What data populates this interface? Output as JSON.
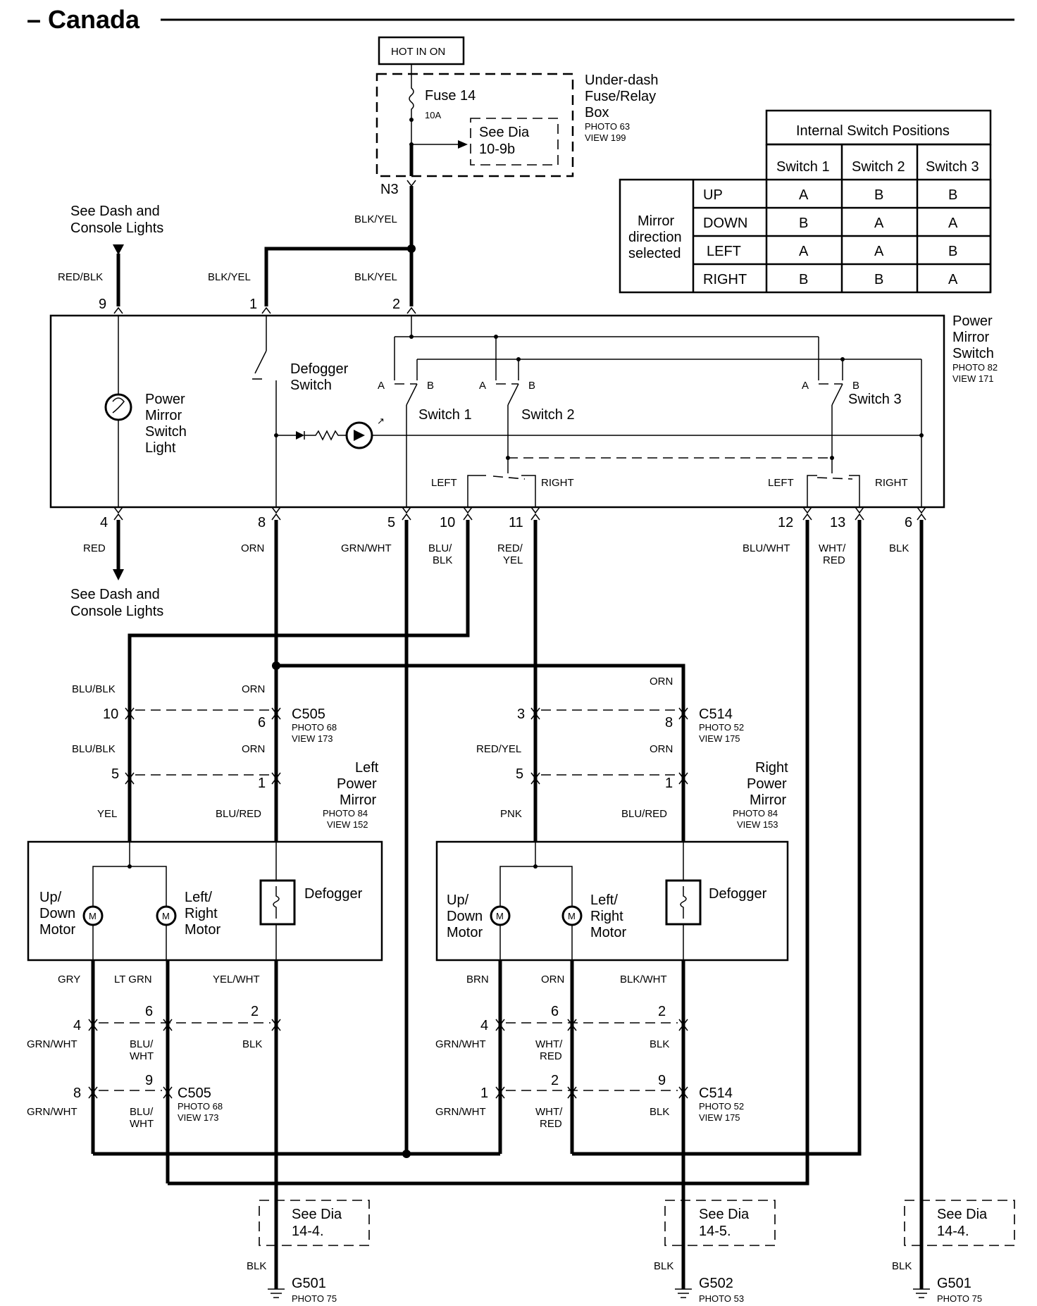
{
  "title": "– Canada",
  "hot_label": "HOT IN ON",
  "fuse": {
    "name": "Fuse 14",
    "rating": "10A",
    "see1": "See Dia",
    "see2": "10-9b"
  },
  "fusebox": {
    "l1": "Under-dash",
    "l2": "Fuse/Relay",
    "l3": "Box",
    "photo": "PHOTO 63",
    "view": "VIEW 199"
  },
  "n3": "N3",
  "dash_lights_top": {
    "l1": "See Dash and",
    "l2": "Console Lights"
  },
  "dash_lights_bot": {
    "l1": "See Dash and",
    "l2": "Console Lights"
  },
  "switch_table": {
    "header": "Internal Switch Positions",
    "cols": [
      "Switch 1",
      "Switch 2",
      "Switch 3"
    ],
    "row_label": [
      "Mirror",
      "direction",
      "selected"
    ],
    "rows": [
      {
        "dir": "UP",
        "vals": [
          "A",
          "B",
          "B"
        ]
      },
      {
        "dir": "DOWN",
        "vals": [
          "B",
          "A",
          "A"
        ]
      },
      {
        "dir": "LEFT",
        "vals": [
          "A",
          "A",
          "B"
        ]
      },
      {
        "dir": "RIGHT",
        "vals": [
          "B",
          "B",
          "A"
        ]
      }
    ]
  },
  "pms": {
    "l1": "Power",
    "l2": "Mirror",
    "l3": "Switch",
    "photo": "PHOTO 82",
    "view": "VIEW 171"
  },
  "pms_light": {
    "l1": "Power",
    "l2": "Mirror",
    "l3": "Switch",
    "l4": "Light"
  },
  "defogger_switch": {
    "l1": "Defogger",
    "l2": "Switch"
  },
  "switch_labels": {
    "s1": "Switch 1",
    "s2": "Switch 2",
    "s3": "Switch 3",
    "a": "A",
    "b": "B",
    "left": "LEFT",
    "right": "RIGHT"
  },
  "top_pins": {
    "p9": "9",
    "p1": "1",
    "p2": "2"
  },
  "top_wires": {
    "w9": "RED/BLK",
    "w1": "BLK/YEL",
    "w2": "BLK/YEL",
    "wn3": "BLK/YEL"
  },
  "bot_pins": {
    "p4": "4",
    "p8": "8",
    "p5": "5",
    "p10": "10",
    "p11": "11",
    "p12": "12",
    "p13": "13",
    "p6": "6"
  },
  "bot_wires": {
    "w4": "RED",
    "w8": "ORN",
    "w5": "GRN/WHT",
    "w10a": "BLU/",
    "w10b": "BLK",
    "w11a": "RED/",
    "w11b": "YEL",
    "w12": "BLU/WHT",
    "w13a": "WHT/",
    "w13b": "RED",
    "w6": "BLK"
  },
  "left_mirror": {
    "c505": "C505",
    "c505_photo": "PHOTO 68",
    "c505_view": "VIEW 173",
    "pins": {
      "a10": "10",
      "a6": "6",
      "b5": "5",
      "b1": "1"
    },
    "wires": {
      "blublk1": "BLU/BLK",
      "orn1": "ORN",
      "blublk2": "BLU/BLK",
      "orn2": "ORN",
      "yel": "YEL",
      "blured": "BLU/RED"
    },
    "name": {
      "l1": "Left",
      "l2": "Power",
      "l3": "Mirror",
      "photo": "PHOTO 84",
      "view": "VIEW 152"
    },
    "ud": {
      "l1": "Up/",
      "l2": "Down",
      "l3": "Motor"
    },
    "lr": {
      "l1": "Left/",
      "l2": "Right",
      "l3": "Motor"
    },
    "defogger": "Defogger",
    "m": "M",
    "lower_wires": {
      "gry": "GRY",
      "ltgrn": "LT GRN",
      "yelwht": "YEL/WHT",
      "grnwht1": "GRN/WHT",
      "bluwht1a": "BLU/",
      "bluwht1b": "WHT",
      "blk1": "BLK",
      "grnwht2": "GRN/WHT",
      "bluwht2a": "BLU/",
      "bluwht2b": "WHT"
    },
    "lower_pins": {
      "p4": "4",
      "p6": "6",
      "p2": "2",
      "p8": "8",
      "p9": "9"
    },
    "c505b": "C505",
    "c505b_photo": "PHOTO 68",
    "c505b_view": "VIEW 173"
  },
  "right_mirror": {
    "c514": "C514",
    "c514_photo": "PHOTO 52",
    "c514_view": "VIEW 175",
    "pins": {
      "a3": "3",
      "a8": "8",
      "b5": "5",
      "b1": "1"
    },
    "wires": {
      "orn_top": "ORN",
      "redyel": "RED/YEL",
      "orn2": "ORN",
      "pnk": "PNK",
      "blured": "BLU/RED"
    },
    "name": {
      "l1": "Right",
      "l2": "Power",
      "l3": "Mirror",
      "photo": "PHOTO 84",
      "view": "VIEW 153"
    },
    "ud": {
      "l1": "Up/",
      "l2": "Down",
      "l3": "Motor"
    },
    "lr": {
      "l1": "Left/",
      "l2": "Right",
      "l3": "Motor"
    },
    "defogger": "Defogger",
    "m": "M",
    "lower_wires": {
      "brn": "BRN",
      "orn": "ORN",
      "blkwht": "BLK/WHT",
      "grnwht1": "GRN/WHT",
      "whtred1a": "WHT/",
      "whtred1b": "RED",
      "blk1": "BLK",
      "grnwht2": "GRN/WHT",
      "whtred2a": "WHT/",
      "whtred2b": "RED",
      "blk2": "BLK"
    },
    "lower_pins": {
      "p4": "4",
      "p6": "6",
      "p2": "2",
      "p1": "1",
      "p2b": "2",
      "p9": "9"
    },
    "c514b": "C514",
    "c514b_photo": "PHOTO 52",
    "c514b_view": "VIEW 175"
  },
  "grounds": [
    {
      "see1": "See Dia",
      "see2": "14-4.",
      "wire": "BLK",
      "name": "G501",
      "photo": "PHOTO 75"
    },
    {
      "see1": "See Dia",
      "see2": "14-5.",
      "wire": "BLK",
      "name": "G502",
      "photo": "PHOTO 53"
    },
    {
      "see1": "See Dia",
      "see2": "14-4.",
      "wire": "BLK",
      "name": "G501",
      "photo": "PHOTO 75"
    }
  ]
}
